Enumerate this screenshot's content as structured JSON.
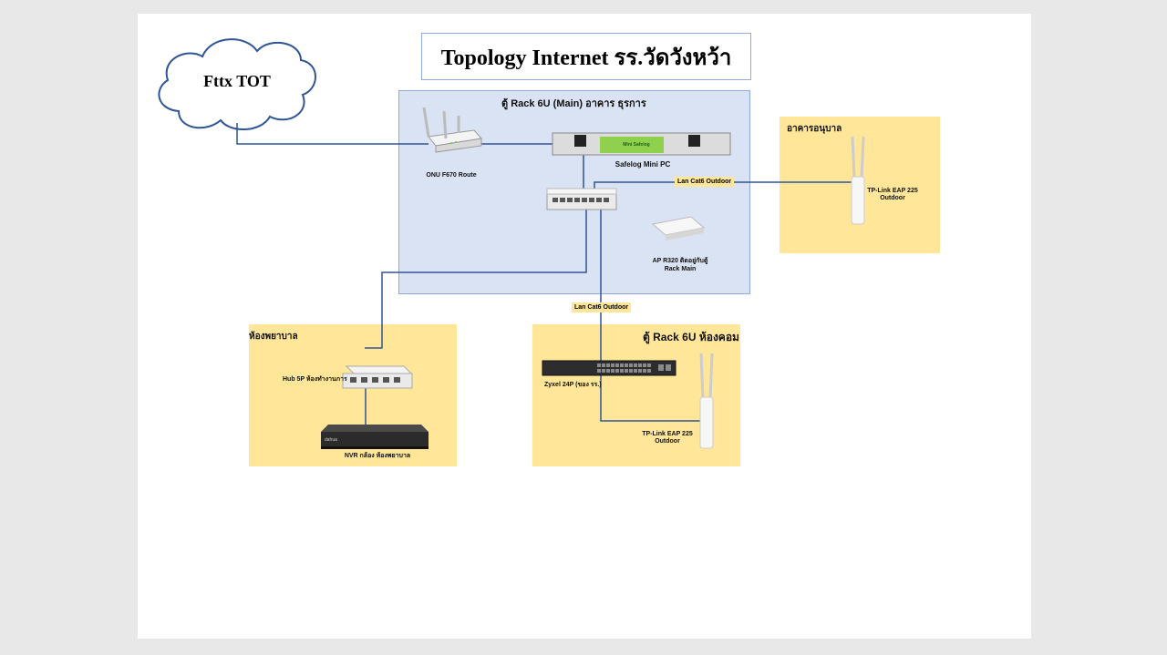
{
  "title": "Topology Internet รร.วัดวังหว้า",
  "cloud": {
    "label": "Fttx TOT"
  },
  "zones": {
    "main": "ตู้ Rack 6U (Main) อาคาร ธุรการ",
    "anuban": "อาคารอนุบาล",
    "nurse": "ห้องพยาบาล",
    "com": "ตู้ Rack 6U ห้องคอม"
  },
  "devices": {
    "onu": "ONU F670 Route",
    "safelog": "Safelog Mini PC",
    "safelog_brand": "Mini Safelog",
    "ap_r320_line1": "AP R320 ติดอยู่กับตู้",
    "ap_r320_line2": "Rack Main",
    "eap_anuban_line1": "TP-Link EAP 225",
    "eap_anuban_line2": "Outdoor",
    "hub": "Hub 5P ห้องทำงานการ",
    "nvr": "NVR กล้อง ห้องพยาบาล",
    "zyxel": "Zyxel 24P (ของ รร.)",
    "eap_com_line1": "TP-Link EAP 225",
    "eap_com_line2": "Outdoor"
  },
  "links": {
    "lan_top": "Lan Cat6 Outdoor",
    "lan_mid": "Lan Cat6 Outdoor"
  },
  "colors": {
    "zone_main": "#dae3f3",
    "zone_site": "#ffe699",
    "cable": "#2f5597"
  }
}
